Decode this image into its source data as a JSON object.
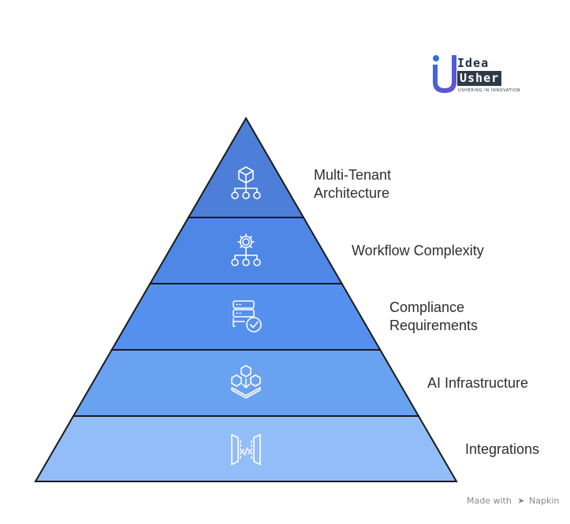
{
  "colors": {
    "outline": "#1a1a1a",
    "tier_fills": [
      "#4d7ed8",
      "#4e87e6",
      "#5590ee",
      "#6aa2f2",
      "#93bdf8"
    ],
    "icon_stroke": "#ffffff"
  },
  "tiers": [
    {
      "lines": [
        "Multi-Tenant",
        "Architecture"
      ],
      "icon": "cube-hierarchy-icon"
    },
    {
      "lines": [
        "Workflow Complexity"
      ],
      "icon": "gear-hierarchy-icon"
    },
    {
      "lines": [
        "Compliance",
        "Requirements"
      ],
      "icon": "server-checkmark-icon"
    },
    {
      "lines": [
        "AI Infrastructure"
      ],
      "icon": "hexagon-network-icon"
    },
    {
      "lines": [
        "Integrations"
      ],
      "icon": "code-brackets-icon"
    }
  ],
  "logo": {
    "word1": "Idea",
    "word2": "Usher",
    "tagline": "USHERING IN INNOVATION"
  },
  "footer": {
    "made_with": "Made with",
    "brand": "Napkin"
  }
}
